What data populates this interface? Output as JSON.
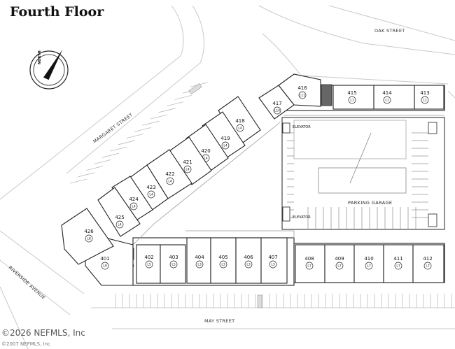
{
  "title": "Fourth Floor",
  "compass": {
    "label": "NORTH",
    "icon": "north-arrow-icon"
  },
  "streets": {
    "oak": "OAK STREET",
    "margaret": "MARGARET STREET",
    "riverside": "RIVERSIDE AVENUE",
    "may": "MAY STREET"
  },
  "parking_garage": "PARKING GARAGE",
  "elevator": "ELEVATOR",
  "watermark": "©2026 NEFMLS, Inc",
  "copyright": "©2007 NEFMLS, Inc",
  "units": {
    "u401": {
      "number": "401",
      "type": "L9"
    },
    "u402": {
      "number": "402",
      "type": "L5"
    },
    "u403": {
      "number": "403",
      "type": "L5"
    },
    "u404": {
      "number": "404",
      "type": "L3"
    },
    "u405": {
      "number": "405",
      "type": "L3"
    },
    "u406": {
      "number": "406",
      "type": "L3"
    },
    "u407": {
      "number": "407",
      "type": "L3"
    },
    "u408": {
      "number": "408",
      "type": "L7"
    },
    "u409": {
      "number": "409",
      "type": "L7"
    },
    "u410": {
      "number": "410",
      "type": "L7"
    },
    "u411": {
      "number": "411",
      "type": "L7"
    },
    "u412": {
      "number": "412",
      "type": "L7"
    },
    "u413": {
      "number": "413",
      "type": "L1"
    },
    "u414": {
      "number": "414",
      "type": "L1"
    },
    "u415": {
      "number": "415",
      "type": "L1"
    },
    "u416": {
      "number": "416",
      "type": "L11"
    },
    "u417": {
      "number": "417",
      "type": "L10"
    },
    "u418": {
      "number": "418",
      "type": "L4"
    },
    "u419": {
      "number": "419",
      "type": "L4"
    },
    "u420": {
      "number": "420",
      "type": "L4"
    },
    "u421": {
      "number": "421",
      "type": "L4"
    },
    "u422": {
      "number": "422",
      "type": "L4"
    },
    "u423": {
      "number": "423",
      "type": "L4"
    },
    "u424": {
      "number": "424",
      "type": "L4"
    },
    "u425": {
      "number": "425",
      "type": "L4"
    },
    "u426": {
      "number": "426",
      "type": "L8"
    }
  }
}
